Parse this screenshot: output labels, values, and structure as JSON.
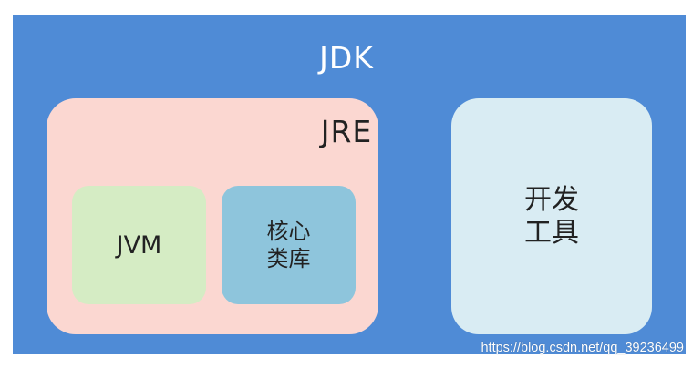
{
  "diagram": {
    "jdk": {
      "label": "JDK",
      "color": "#4f8bd6"
    },
    "jre": {
      "label": "JRE",
      "color": "#fbd7d1"
    },
    "jvm": {
      "label": "JVM",
      "color": "#d5ecc4"
    },
    "core_library": {
      "line1": "核心",
      "line2": "类库",
      "color": "#8ec5dc"
    },
    "dev_tools": {
      "line1": "开发",
      "line2": "工具",
      "color": "#d9ecf3"
    }
  },
  "watermark": "https://blog.csdn.net/qq_39236499"
}
